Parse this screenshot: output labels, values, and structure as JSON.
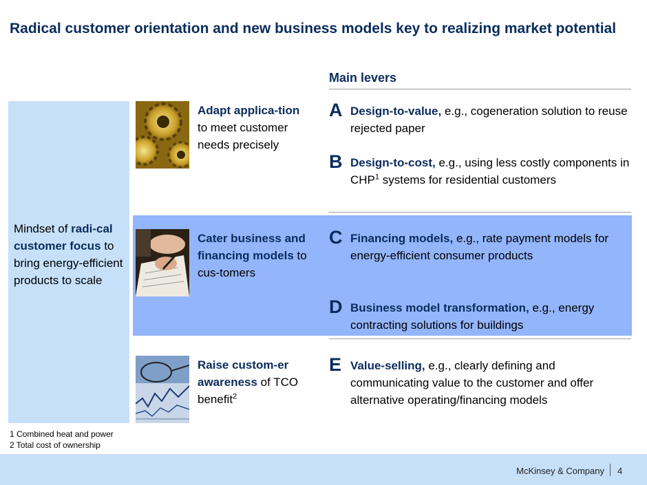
{
  "title": "Radical customer orientation and new business models key to realizing market potential",
  "main_levers_header": "Main levers",
  "mindset": {
    "pre": "Mindset of ",
    "bold": "radi-cal customer focus",
    "post": " to bring energy-efficient products to scale"
  },
  "categories": [
    {
      "bold": "Adapt applica-tion",
      "text": " to meet customer needs precisely"
    },
    {
      "bold": "Cater business and financing models",
      "text": " to cus-tomers"
    },
    {
      "bold": "Raise custom-er awareness",
      "text": " of TCO benefit",
      "sup": "2"
    }
  ],
  "levers": [
    {
      "letter": "A",
      "bold": "Design-to-value,",
      "text": " e.g., cogeneration solution to reuse rejected paper"
    },
    {
      "letter": "B",
      "bold": "Design-to-cost,",
      "text": " e.g., using less costly components in CHP",
      "sup": "1",
      "text2": " systems for residential customers"
    },
    {
      "letter": "C",
      "bold": "Financing models,",
      "text": " e.g., rate payment models for energy-efficient consumer products"
    },
    {
      "letter": "D",
      "bold": "Business model transformation,",
      "text": " e.g., energy contracting solutions for buildings"
    },
    {
      "letter": "E",
      "bold": "Value-selling,",
      "text": " e.g., clearly defining and communicating value to the customer and offer alternative operating/financing models"
    }
  ],
  "footnotes": [
    "1 Combined heat and power",
    "2 Total cost of ownership"
  ],
  "footer": {
    "company": "McKinsey & Company",
    "page": "4"
  },
  "colors": {
    "title": "#0a2c5c",
    "light_blue": "#c6e0f9",
    "mid_blue": "#93b5fb"
  }
}
